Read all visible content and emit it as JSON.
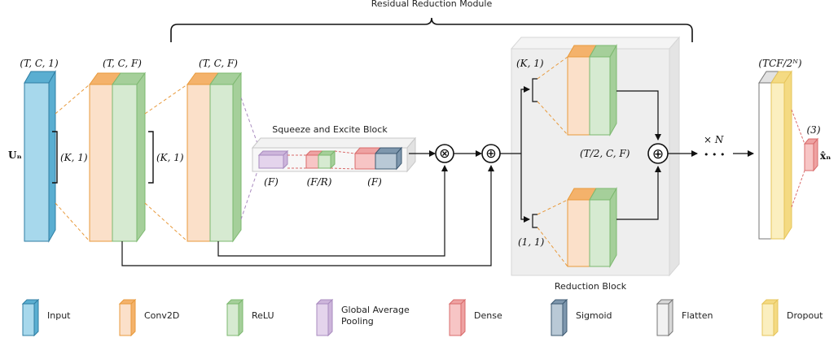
{
  "colors": {
    "input": "#a7d8ec",
    "input_dark": "#5aaed1",
    "conv": "#fbe0c9",
    "conv_dark": "#f4b26b",
    "conv_edge": "#e89a3c",
    "relu": "#d6ead1",
    "relu_dark": "#a5cf9a",
    "relu_edge": "#7cb86f",
    "gap": "#e4d4ec",
    "gap_edge": "#a98bbf",
    "dense": "#f7c5c5",
    "dense_edge": "#d96b6b",
    "sigmoid": "#b9c9d6",
    "sigmoid_edge": "#3e5a72",
    "flatten": "#ececec",
    "flatten_edge": "#777777",
    "dropout": "#fbefbf",
    "dropout_edge": "#e6c45a",
    "block_bg": "#ececec"
  },
  "titles": {
    "residual": "Residual Reduction Module",
    "se": "Squeeze and Excite Block",
    "reduction": "Reduction Block"
  },
  "dims": {
    "input": "(T, C, 1)",
    "conv1": "(T, C, F)",
    "conv2": "(T, C, F)",
    "kernel1": "(K, 1)",
    "kernel2": "(K, 1)",
    "se_f1": "(F)",
    "se_fr": "(F/R)",
    "se_f2": "(F)",
    "red_k": "(K, 1)",
    "red_11": "(1, 1)",
    "red_out": "(T/2, C, F)",
    "repeat": "× N",
    "dots": "• • •",
    "flat": "(TCF/2ᴺ)",
    "out": "(3)"
  },
  "symbols": {
    "multiply": "⊗",
    "add": "⊕"
  },
  "io": {
    "input_var": "Uₙ",
    "output_var": "x̂ₙ"
  },
  "legend": [
    {
      "label": "Input",
      "icon": "input-icon"
    },
    {
      "label": "Conv2D",
      "icon": "conv2d-icon"
    },
    {
      "label": "ReLU",
      "icon": "relu-icon"
    },
    {
      "label": "Global Average Pooling",
      "icon": "gap-icon"
    },
    {
      "label": "Dense",
      "icon": "dense-icon"
    },
    {
      "label": "Sigmoid",
      "icon": "sigmoid-icon"
    },
    {
      "label": "Flatten",
      "icon": "flatten-icon"
    },
    {
      "label": "Dropout",
      "icon": "dropout-icon"
    }
  ]
}
